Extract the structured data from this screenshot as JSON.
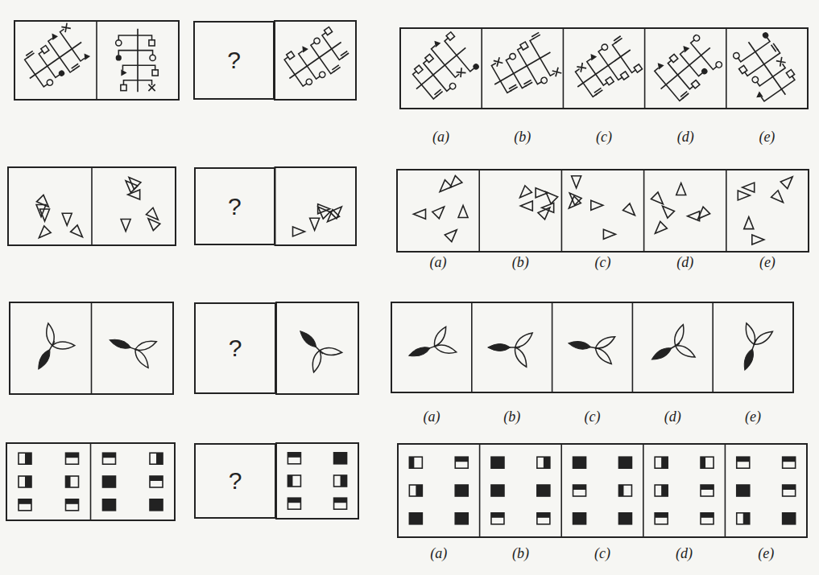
{
  "diagram": {
    "nodes": [
      {
        "text": [
          "?"
        ]
      },
      {
        "text": [
          "?"
        ]
      },
      {
        "text": [
          "?"
        ]
      },
      {
        "text": [
          "?"
        ]
      }
    ],
    "labels": [
      "(a)",
      "(b)",
      "(c)",
      "(d)",
      "(e)",
      "(a)",
      "(b)",
      "(c)",
      "(d)",
      "(e)",
      "(a)",
      "(b)",
      "(c)",
      "(d)",
      "(e)",
      "(a)",
      "(b)",
      "(c)",
      "(d)",
      "(e)"
    ]
  }
}
